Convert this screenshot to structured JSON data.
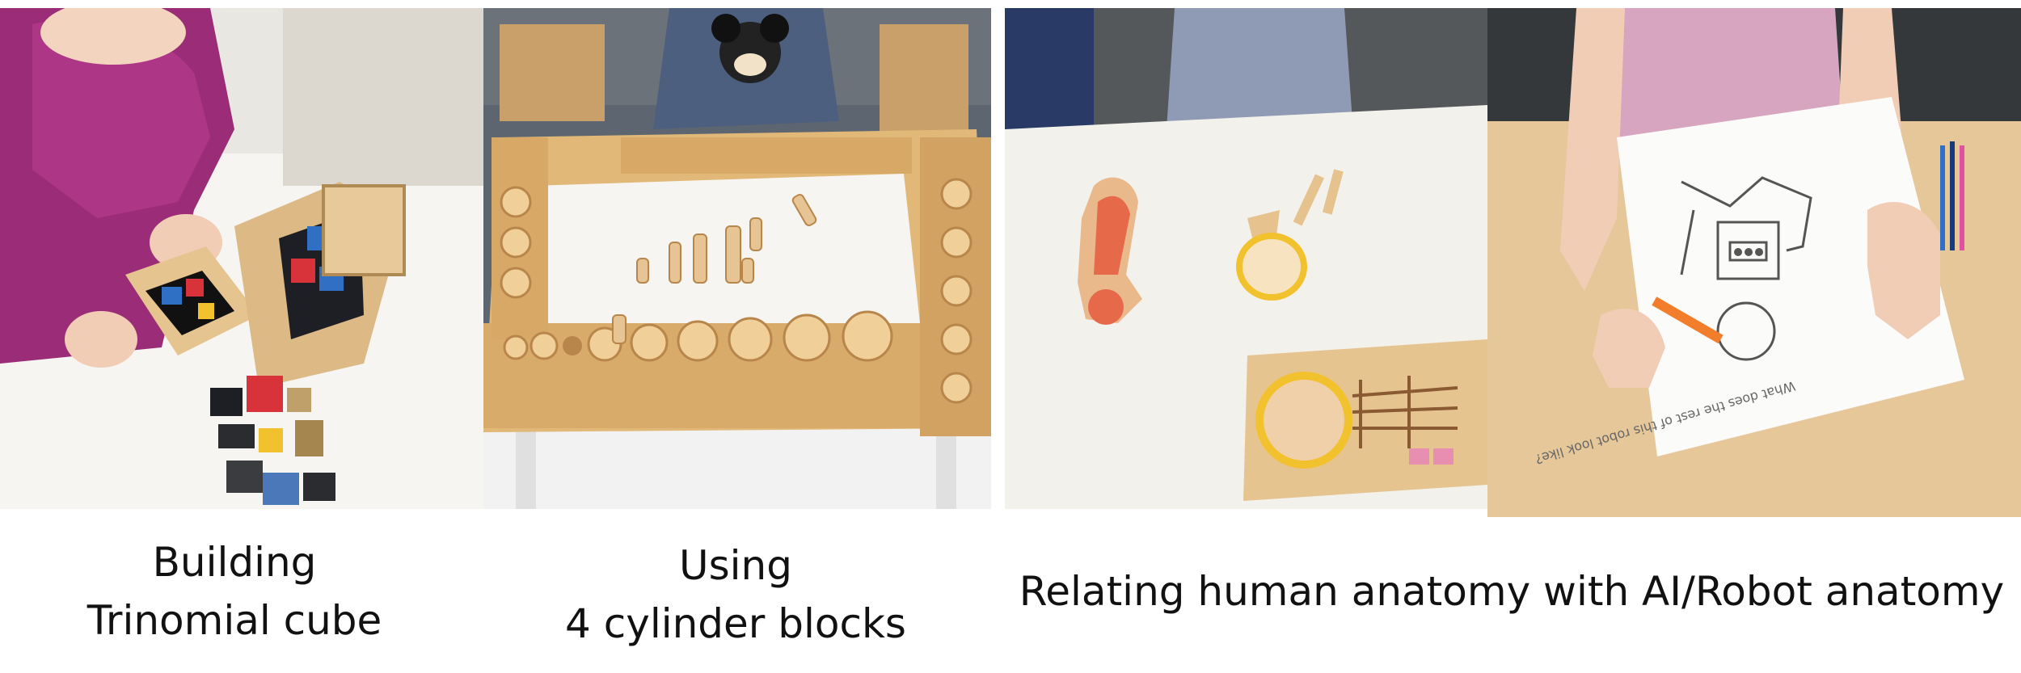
{
  "captions": {
    "panel1": {
      "line1": "Building",
      "line2": "Trinomial cube"
    },
    "panel2": {
      "line1": "Using",
      "line2": "4 cylinder blocks"
    },
    "panel3": {
      "line1": "Relating human anatomy with AI/Robot anatomy"
    }
  },
  "worksheet": {
    "prompt": "What does the rest of this robot look like?"
  },
  "colors": {
    "table_white": "#f3f1ec",
    "wood_light": "#e7c493",
    "wood_dark": "#c99a5e",
    "floor_gray": "#5d6670",
    "sweater_magenta": "#9b2c78",
    "sweater_gray": "#8f9bb5",
    "cube_red": "#d8333b",
    "cube_blue": "#2f6fc4",
    "cube_yellow": "#f2c12e",
    "cube_black": "#1d1f24"
  }
}
